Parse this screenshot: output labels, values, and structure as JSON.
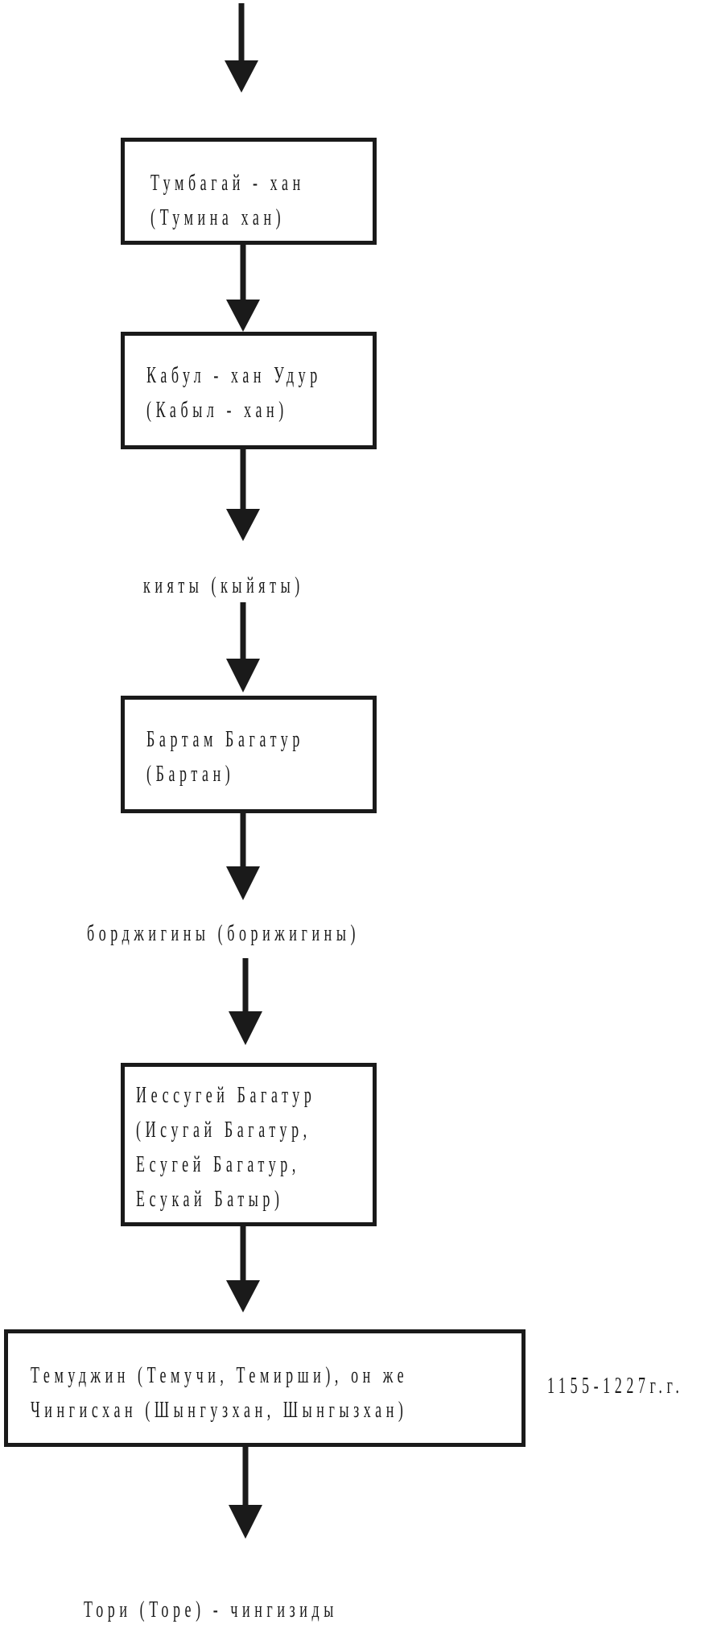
{
  "diagram": {
    "nodes": [
      {
        "id": "tumbagai",
        "lines": [
          "Тумбагай - хан",
          "(Тумина хан)"
        ]
      },
      {
        "id": "kabul",
        "lines": [
          "Кабул - хан Удур",
          "(Кабыл - хан)"
        ]
      },
      {
        "id": "bartam",
        "lines": [
          "Бартам Багатур",
          "(Бартан)"
        ]
      },
      {
        "id": "iessugei",
        "lines": [
          "Иессугей Багатур",
          "(Исугай Багатур,",
          "Есугей Багатур,",
          "Есукай Батыр)"
        ]
      },
      {
        "id": "temujin",
        "lines": [
          "Темуджин (Темучи, Темирши), он же",
          "Чингисхан (Шынгузхан, Шынгызхан)"
        ]
      }
    ],
    "labels": {
      "kiyaty": "кияты (кыйяты)",
      "borjigins": "борджигины (борижигины)",
      "years": "1155-1227г.г.",
      "tori": "Тори (Торе) - чингизиды"
    }
  }
}
